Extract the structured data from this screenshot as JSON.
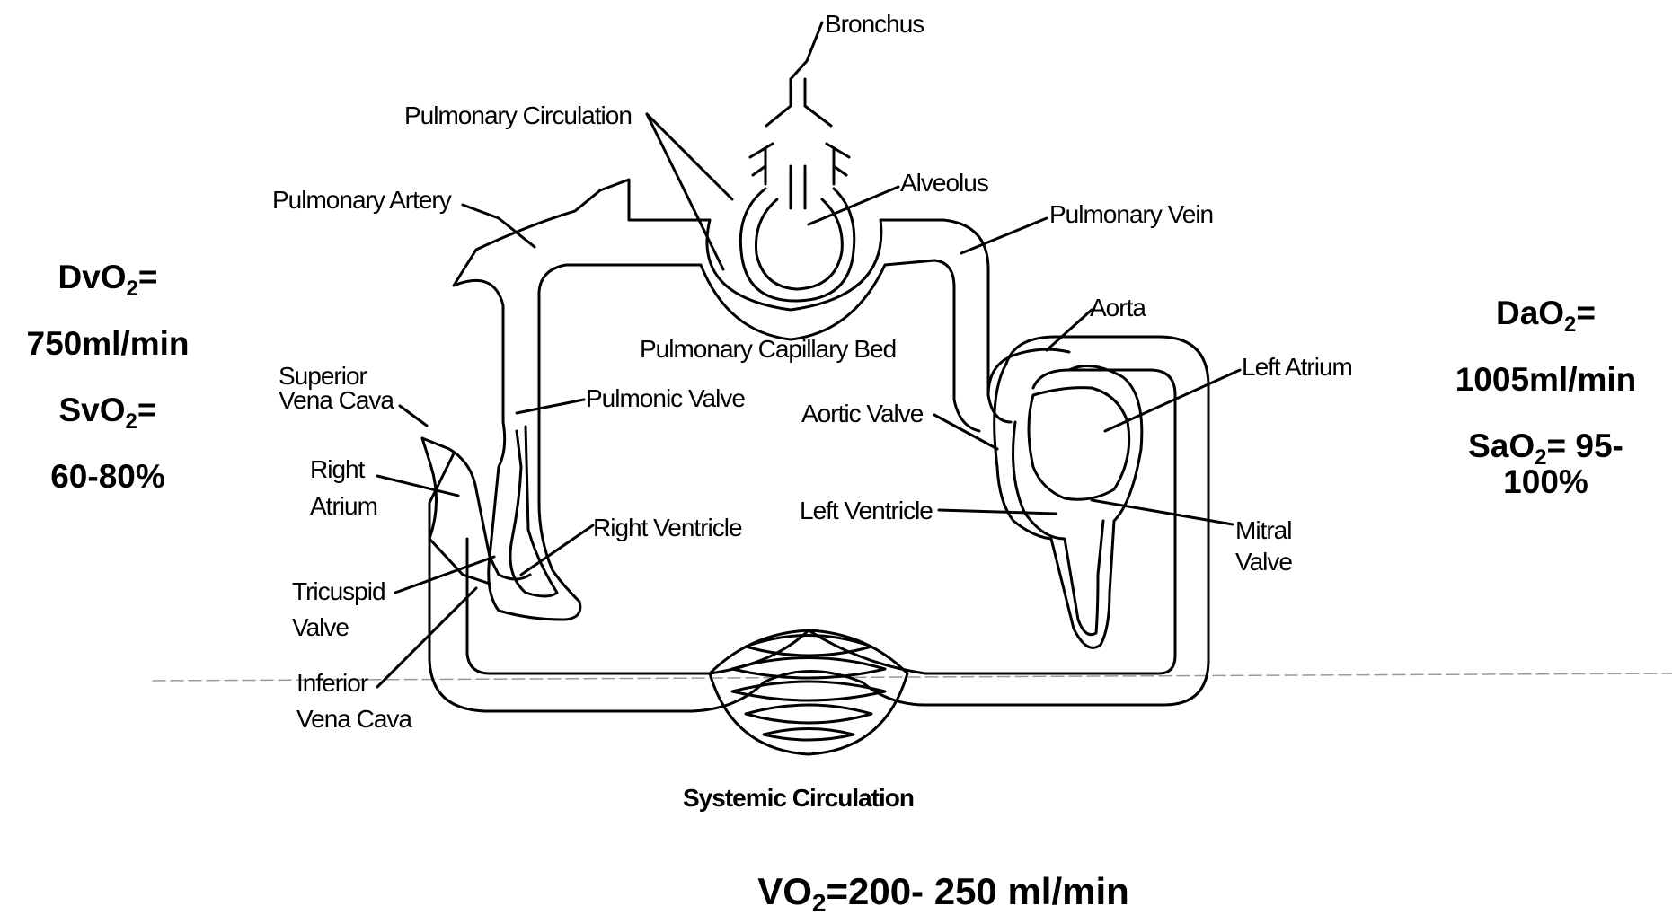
{
  "labels": {
    "bronchus": "Bronchus",
    "pulmonary_circulation": "Pulmonary Circulation",
    "pulmonary_artery": "Pulmonary Artery",
    "alveolus": "Alveolus",
    "pulmonary_vein": "Pulmonary Vein",
    "aorta": "Aorta",
    "pulmonary_capillary_bed": "Pulmonary Capillary Bed",
    "left_atrium": "Left Atrium",
    "superior_vena_cava_1": "Superior",
    "superior_vena_cava_2": "Vena Cava",
    "pulmonic_valve": "Pulmonic Valve",
    "aortic_valve": "Aortic Valve",
    "right_atrium_1": "Right",
    "right_atrium_2": "Atrium",
    "left_ventricle": "Left Ventricle",
    "right_ventricle": "Right Ventricle",
    "mitral_valve_1": "Mitral",
    "mitral_valve_2": "Valve",
    "tricuspid_valve_1": "Tricuspid",
    "tricuspid_valve_2": "Valve",
    "inferior_vena_cava_1": "Inferior",
    "inferior_vena_cava_2": "Vena Cava",
    "systemic_circulation": "Systemic Circulation"
  },
  "left_stats": {
    "dvo2_prefix": "DvO",
    "dvo2_sub": "2",
    "dvo2_suffix": "=",
    "dvo2_value": "750ml/min",
    "svo2_prefix": "SvO",
    "svo2_sub": "2",
    "svo2_suffix": "=",
    "svo2_value": "60-80%"
  },
  "right_stats": {
    "dao2_prefix": "DaO",
    "dao2_sub": "2",
    "dao2_suffix": "=",
    "dao2_value": "1005ml/min",
    "sao2_prefix": "SaO",
    "sao2_sub": "2",
    "sao2_suffix": "= 95-",
    "sao2_value": "100%"
  },
  "bottom_stat": {
    "prefix": "VO",
    "sub": "2",
    "suffix": "=200- 250 ml/min"
  }
}
